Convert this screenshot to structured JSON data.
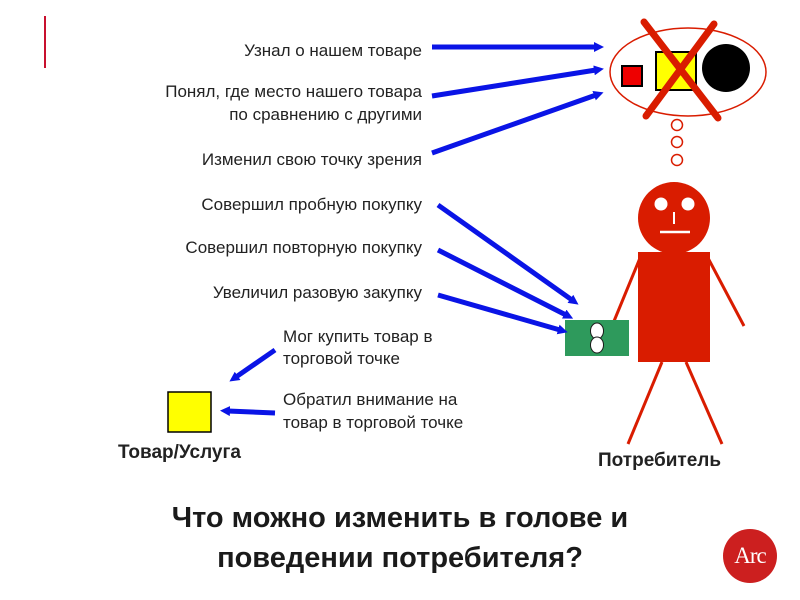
{
  "labels": {
    "learned": "Узнал о нашем товаре",
    "understood_line1": "Понял, где место нашего товара",
    "understood_line2": "по сравнению с другими",
    "changed_view": "Изменил свою точку  зрения",
    "trial_purchase": "Совершил пробную покупку",
    "repeat_purchase": "Совершил повторную покупку",
    "increased_volume": "Увеличил разовую закупку",
    "could_buy_line1": "Мог купить товар в",
    "could_buy_line2": "торговой точке",
    "noticed_line1": "Обратил внимание на",
    "noticed_line2": "товар в торговой точке"
  },
  "product_label": "Товар/Услуга",
  "consumer_label": "Потребитель",
  "title_line1": "Что можно изменить в голове и",
  "title_line2": "поведении потребителя?",
  "logo_text": "Arc",
  "colors": {
    "arrow": "#0a14e6",
    "figure": "#d91c00",
    "product": "#ffff00",
    "money": "#2e9a5c",
    "cross": "#d91c00",
    "accent": "#c8102e"
  }
}
